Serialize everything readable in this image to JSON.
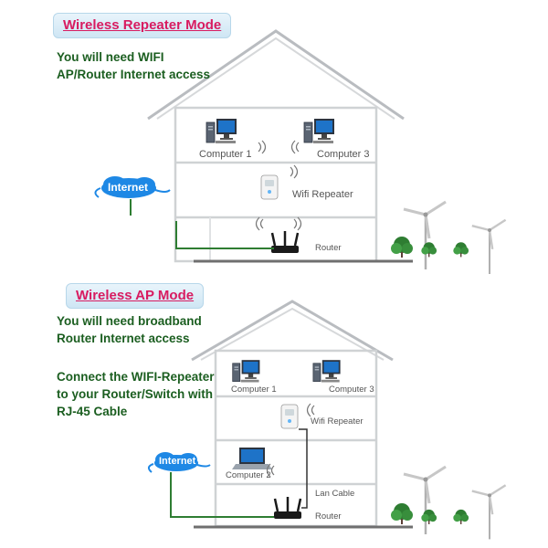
{
  "top": {
    "title": "Wireless Repeater Mode",
    "note_lines": [
      "You will need WIFI",
      "AP/Router Internet access"
    ],
    "labels": {
      "computer1": "Computer 1",
      "computer3": "Computer 3",
      "repeater": "Wifi Repeater",
      "router": "Router",
      "internet": "Internet"
    }
  },
  "bottom": {
    "title": "Wireless AP Mode",
    "note_lines": [
      "You will need broadband",
      "Router Internet access"
    ],
    "connect_lines": [
      "Connect the WIFI-Repeater",
      "to your Router/Switch with",
      "RJ-45 Cable"
    ],
    "labels": {
      "computer1": "Computer 1",
      "computer3": "Computer 3",
      "repeater": "Wifi Repeater",
      "computer2": "Computer 2",
      "lan_cable": "Lan Cable",
      "router": "Router",
      "internet": "Internet"
    }
  },
  "colors": {
    "title_text": "#d81b60",
    "note_text": "#1b5e20",
    "cable": "#2e7d32",
    "cloud": "#1e88e5"
  }
}
